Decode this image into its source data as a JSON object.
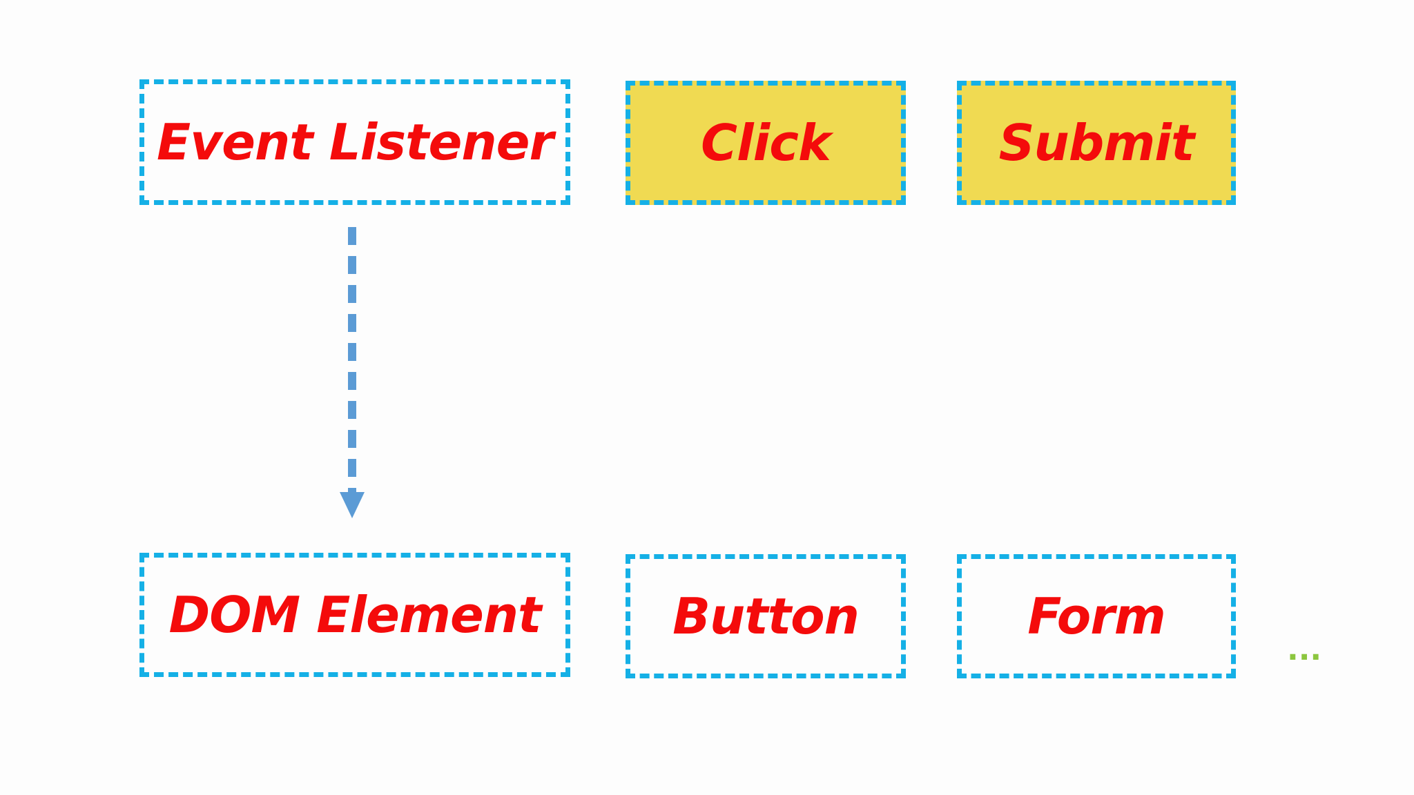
{
  "diagram": {
    "top_row": [
      {
        "label": "Event Listener",
        "highlighted": false
      },
      {
        "label": "Click",
        "highlighted": true
      },
      {
        "label": "Submit",
        "highlighted": true
      }
    ],
    "bottom_row": [
      {
        "label": "DOM Element",
        "highlighted": false
      },
      {
        "label": "Button",
        "highlighted": false
      },
      {
        "label": "Form",
        "highlighted": false
      }
    ],
    "ellipsis": "...",
    "colors": {
      "border": "#15b0e6",
      "text": "#f40b0b",
      "highlight_fill": "#f0da52",
      "arrow": "#5b9bd5",
      "ellipsis": "#8cc63f"
    }
  }
}
